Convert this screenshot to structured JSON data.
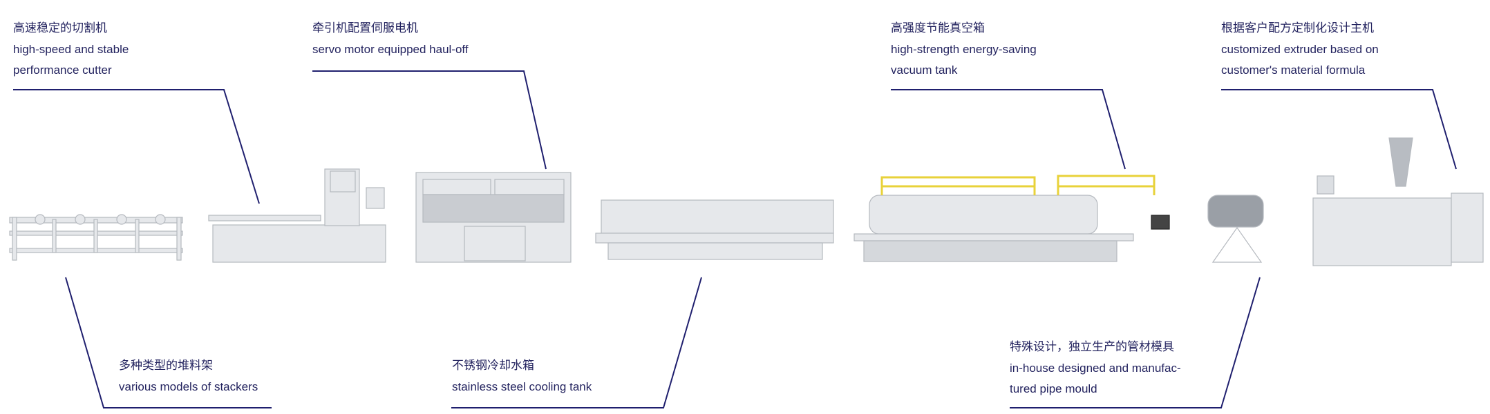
{
  "colors": {
    "text": "#23235f",
    "line": "#1f1f6e",
    "machine": "#e4e6e9",
    "machine_edge": "#b9bcc2",
    "rail": "#e8d23a"
  },
  "callouts": [
    {
      "zh": "高速稳定的切割机",
      "en": [
        "high-speed and stable",
        "performance cutter"
      ]
    },
    {
      "zh": "牵引机配置伺服电机",
      "en": [
        "servo motor equipped haul-off"
      ]
    },
    {
      "zh": "高强度节能真空箱",
      "en": [
        "high-strength energy-saving",
        "vacuum tank"
      ]
    },
    {
      "zh": "根据客户配方定制化设计主机",
      "en": [
        "customized extruder based on",
        "customer's material formula"
      ]
    },
    {
      "zh": "多种类型的堆料架",
      "en": [
        "various models of stackers"
      ]
    },
    {
      "zh": "不锈钢冷却水箱",
      "en": [
        "stainless steel cooling tank"
      ]
    },
    {
      "zh": "特殊设计，独立生产的管材模具",
      "en": [
        "in-house designed and manufac-",
        "tured pipe mould"
      ]
    }
  ]
}
